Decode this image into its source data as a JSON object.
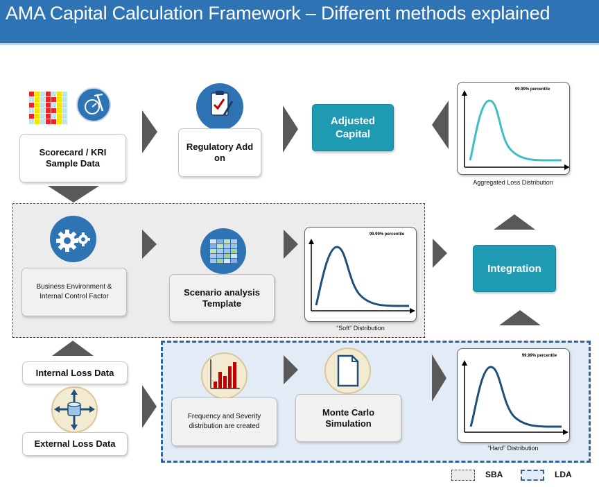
{
  "title": "AMA Capital Calculation Framework – Different methods explained",
  "nodes": {
    "scorecard": "Scorecard / KRI Sample Data",
    "regulatory_add_on": "Regulatory Add on",
    "adjusted_capital": "Adjusted Capital",
    "business_environment": "Business Environment & Internal Control Factor",
    "scenario_template": "Scenario analysis Template",
    "integration": "Integration",
    "internal_loss": "Internal Loss Data",
    "external_loss": "External Loss Data",
    "freq_severity": "Frequency and Severity distribution are created",
    "monte_carlo": "Monte Carlo Simulation"
  },
  "charts": {
    "aggregated": {
      "percentile": "99.99% percentile",
      "caption": "Aggregated Loss Distribution",
      "color": "#3dbfbf"
    },
    "soft": {
      "percentile": "99.99% percentile",
      "caption": "“Soft” Distribution",
      "color": "#1f4e79"
    },
    "hard": {
      "percentile": "99.99% percentile",
      "caption": "“Hard” Distribution",
      "color": "#1f4e79"
    }
  },
  "legend": {
    "sba": "SBA",
    "lda": "LDA"
  },
  "colors": {
    "header": "#2e74b5",
    "teal": "#1e9bb2",
    "arrow": "#595959",
    "lda_border": "#2f6597"
  }
}
